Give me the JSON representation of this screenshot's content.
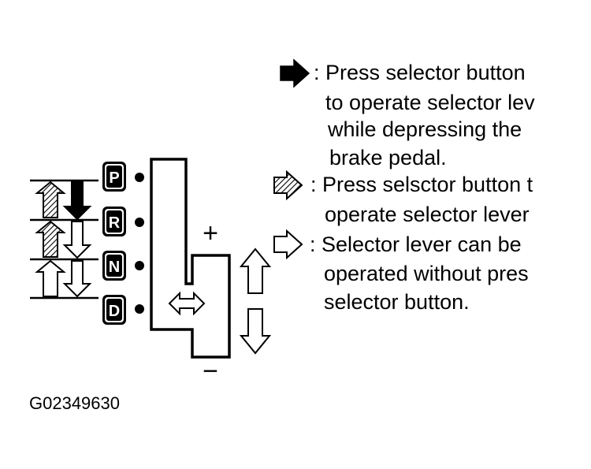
{
  "diagram": {
    "gear_positions": [
      "P",
      "R",
      "N",
      "D"
    ],
    "plus_label": "+",
    "minus_label": "−",
    "figure_code": "G02349630"
  },
  "legend": {
    "items": [
      {
        "icon": "solid-arrow-icon",
        "lines": [
          ": Press selector button",
          "to operate selector lev",
          "while depressing the",
          "brake pedal."
        ]
      },
      {
        "icon": "hatched-arrow-icon",
        "lines": [
          ": Press selsctor button t",
          "operate selector lever"
        ]
      },
      {
        "icon": "outline-arrow-icon",
        "lines": [
          ": Selector lever can be",
          "operated without pres",
          "selector button."
        ]
      }
    ]
  }
}
